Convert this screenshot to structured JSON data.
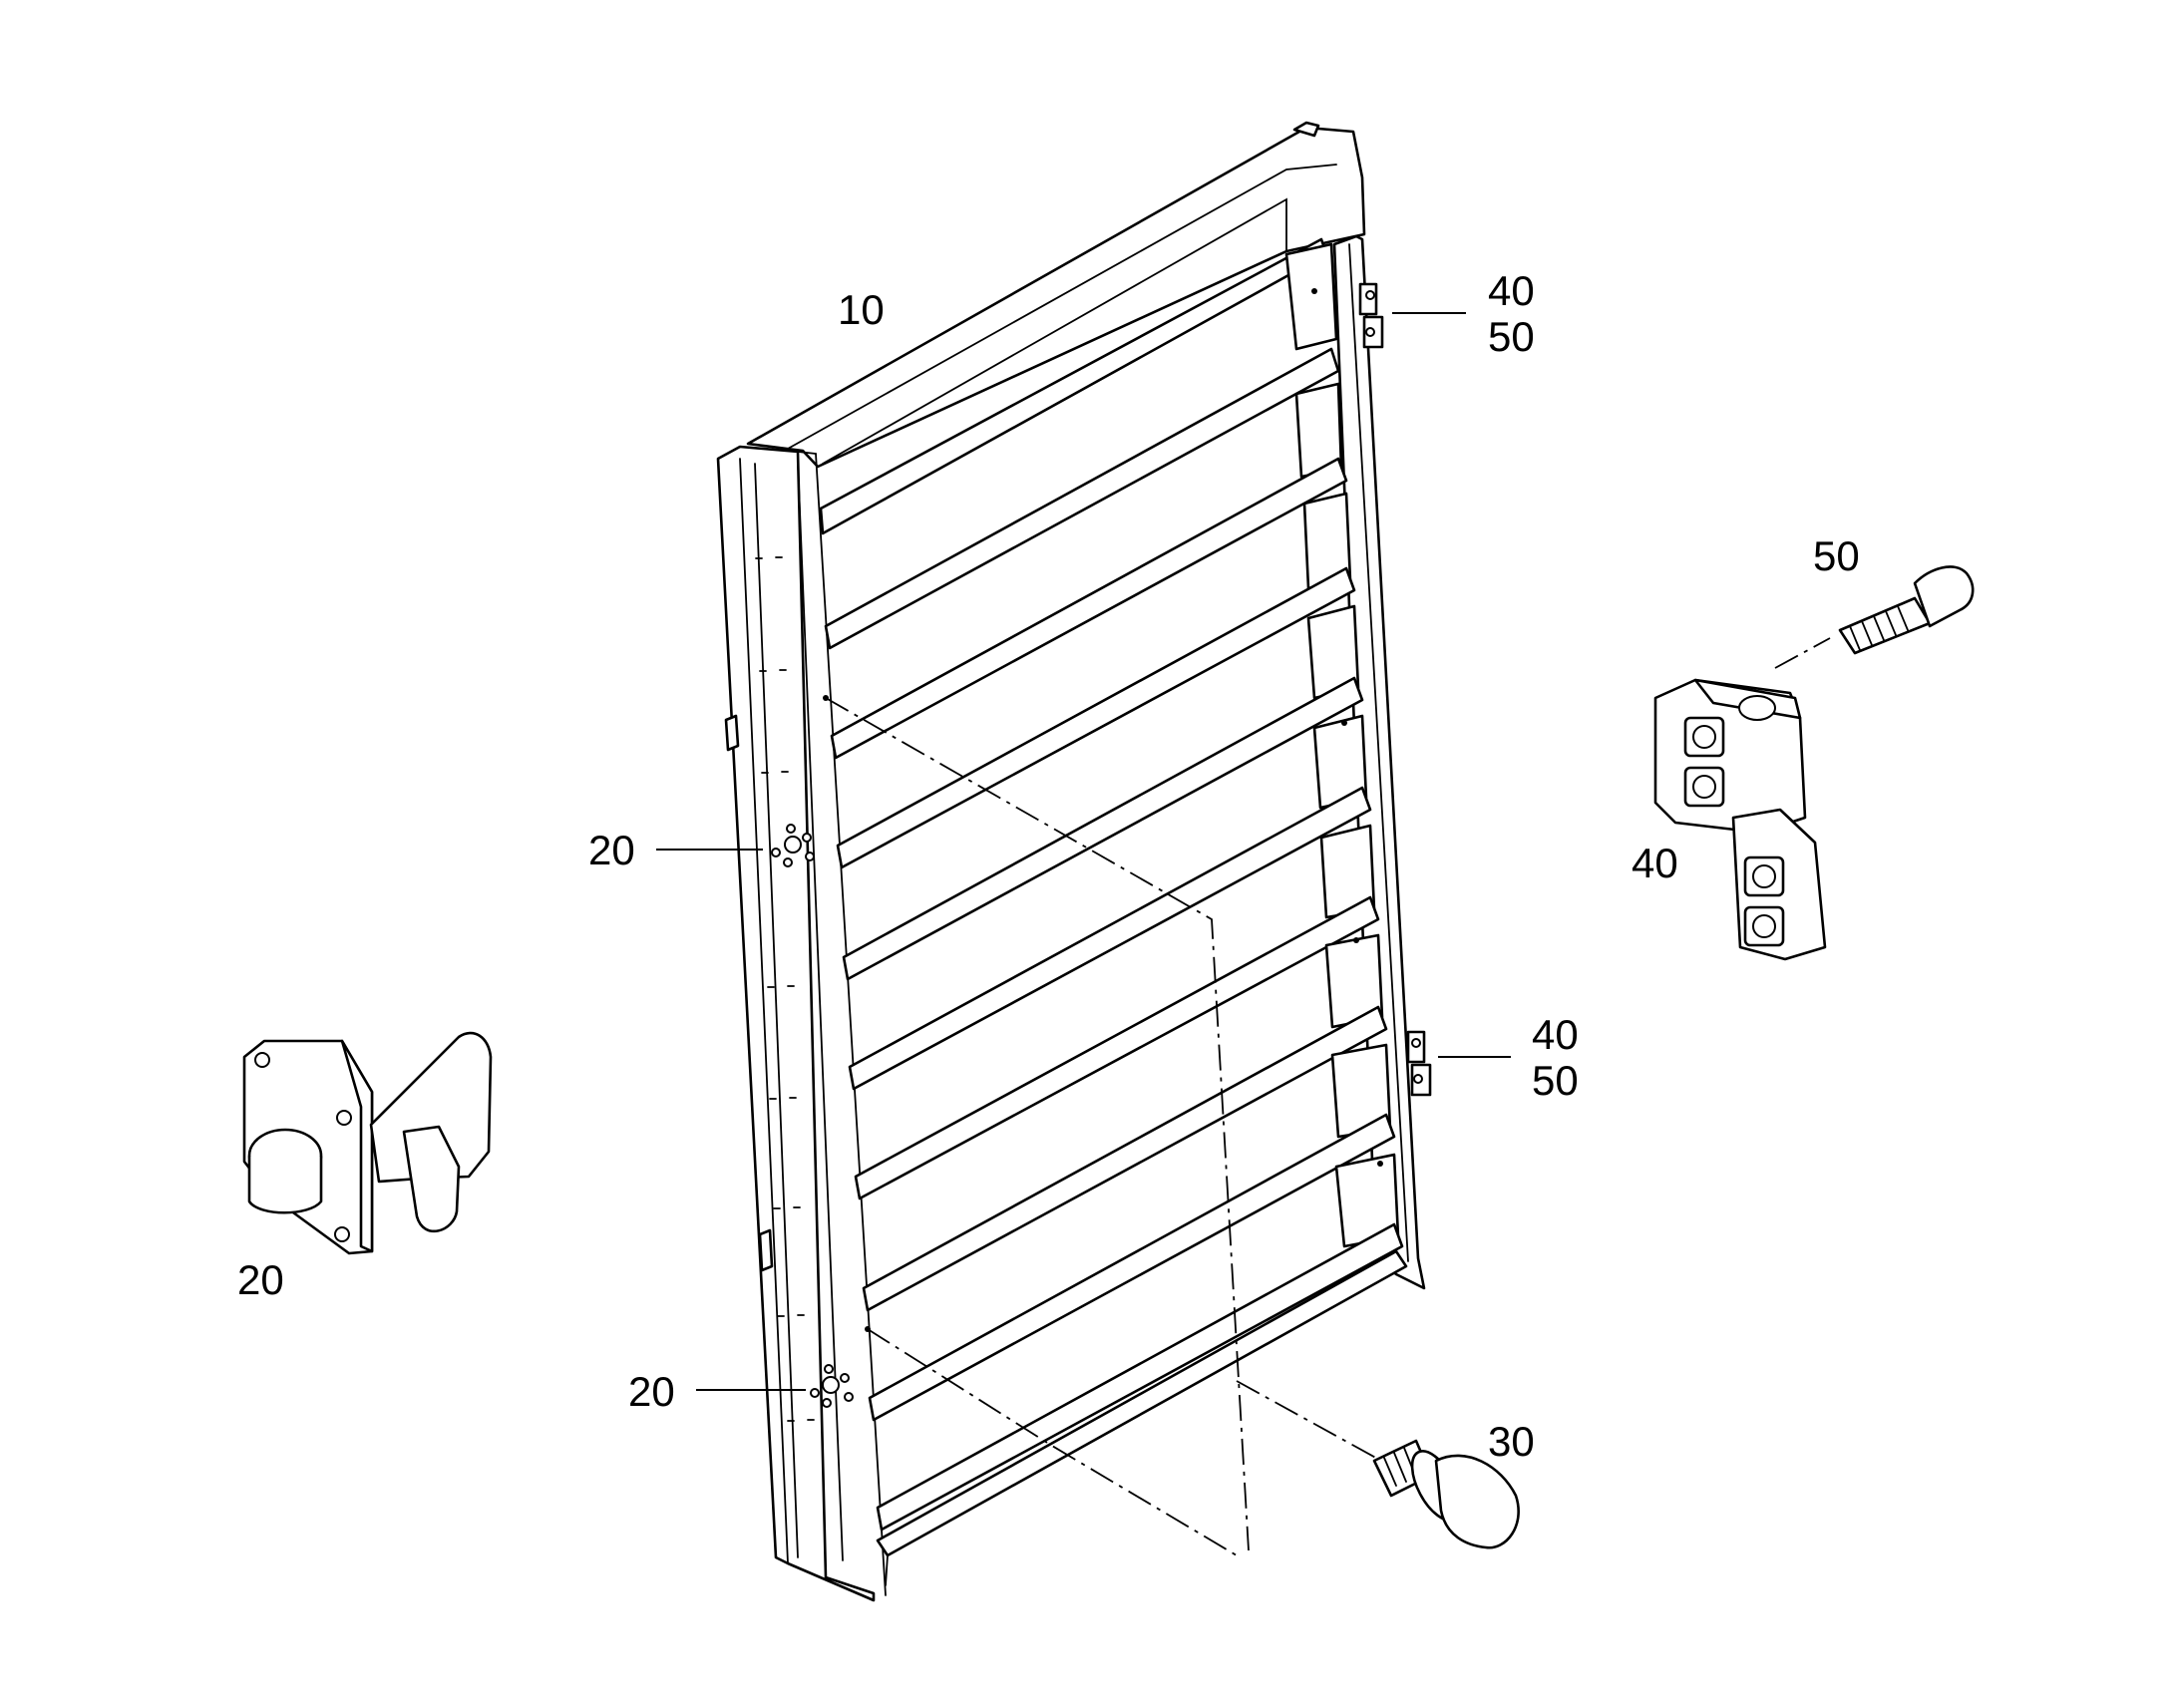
{
  "callouts": {
    "frame": "10",
    "latch_upper": "20",
    "latch_lower": "20",
    "latch_detail": "20",
    "buffer": "30",
    "hinge_upper_part": "40",
    "hinge_upper_screw": "50",
    "hinge_lower_part": "40",
    "hinge_lower_screw": "50",
    "hinge_detail": "40",
    "screw_detail": "50"
  },
  "colors": {
    "line": "#000000",
    "background": "#ffffff"
  }
}
